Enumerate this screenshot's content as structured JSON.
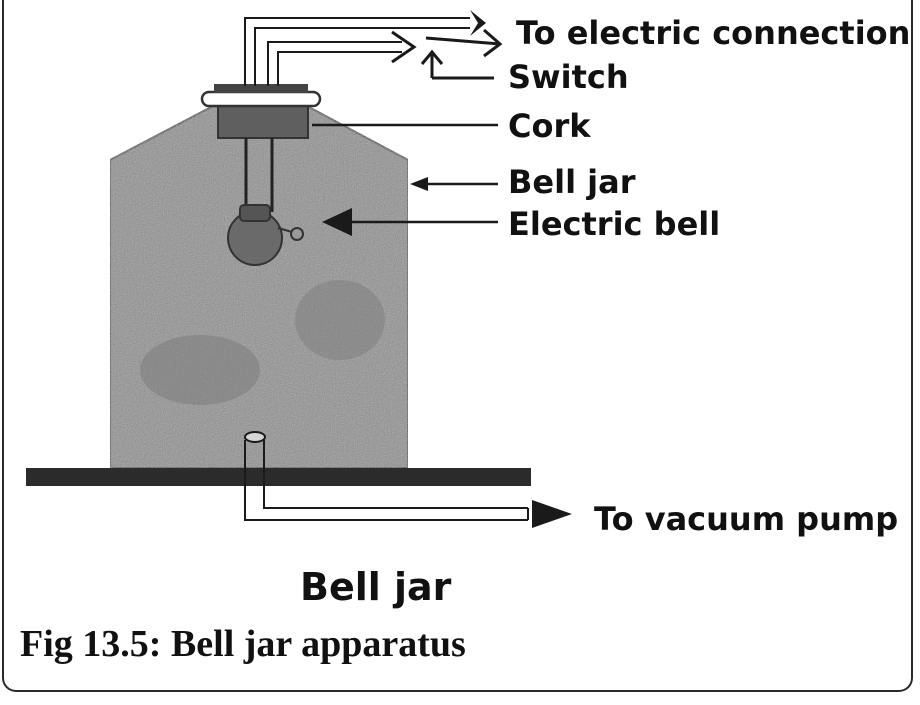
{
  "labels": {
    "electric_connection": "To electric connection",
    "switch": "Switch",
    "cork": "Cork",
    "bell_jar": "Bell jar",
    "electric_bell": "Electric bell",
    "vacuum_pump": "To vacuum pump"
  },
  "title": "Bell jar",
  "caption": "Fig 13.5: Bell jar apparatus",
  "colors": {
    "jar_fill": "#8e8e8e",
    "base": "#2b2b2b",
    "line": "#1a1a1a"
  }
}
